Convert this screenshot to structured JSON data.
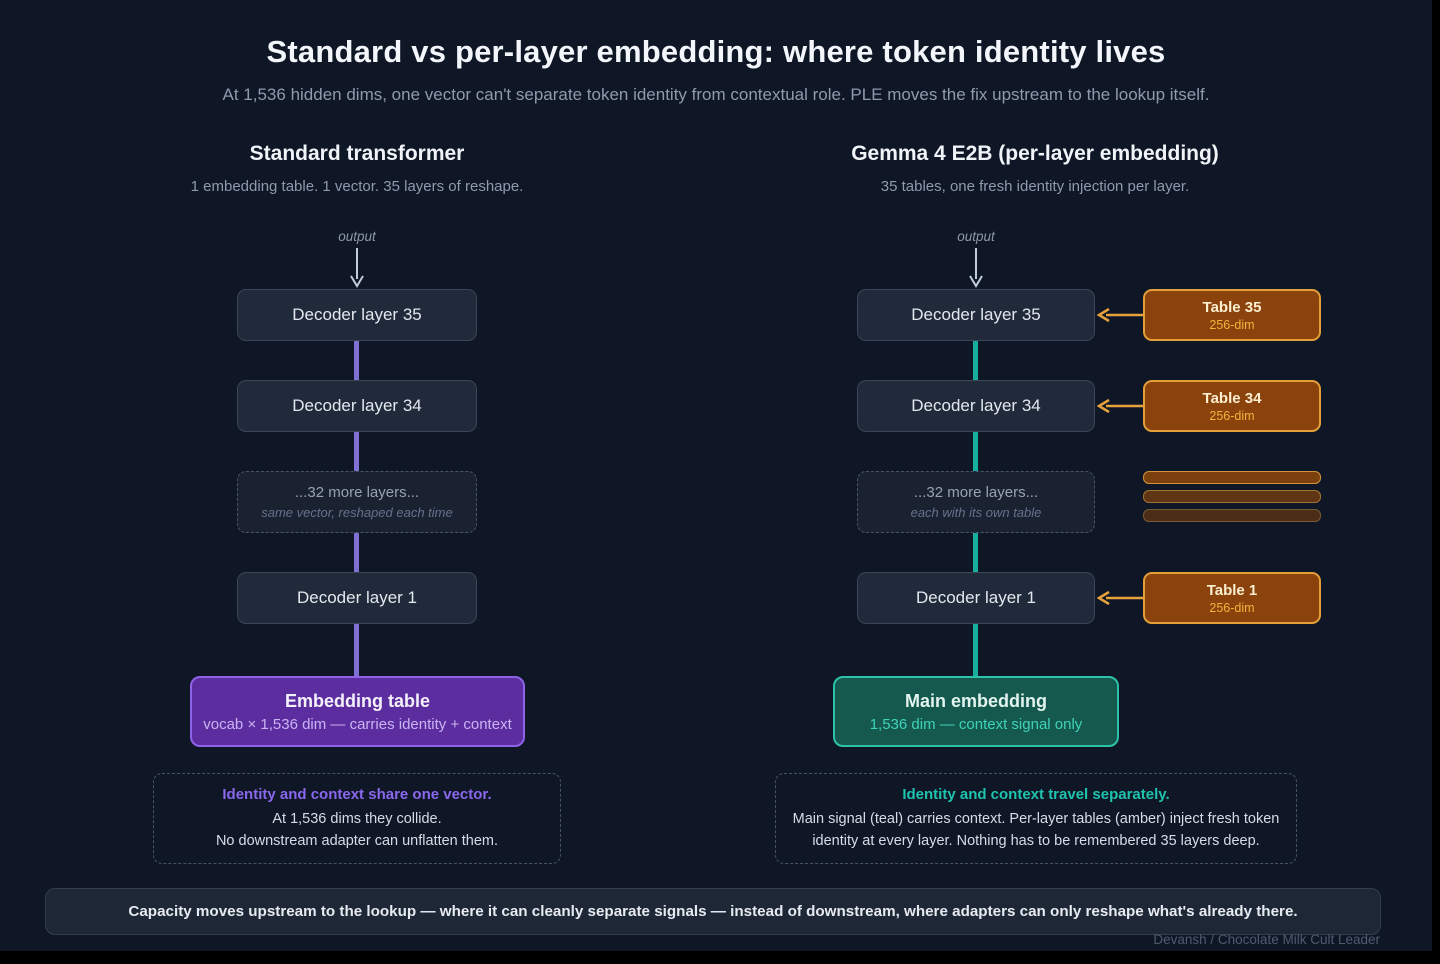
{
  "header": {
    "title": "Standard vs per-layer embedding: where token identity lives",
    "subtitle": "At 1,536 hidden dims, one vector can't separate token identity from contextual role. PLE moves the fix upstream to the lookup itself."
  },
  "standard": {
    "title": "Standard transformer",
    "subtitle": "1 embedding table. 1 vector. 35 layers of reshape.",
    "output_label": "output",
    "layers": [
      "Decoder layer 35",
      "Decoder layer 34",
      "Decoder layer 1"
    ],
    "more_layers": {
      "label": "...32 more layers...",
      "note": "same vector, reshaped each time"
    },
    "embedding": {
      "title": "Embedding table",
      "subtitle": "vocab × 1,536 dim — carries identity + context"
    },
    "note": {
      "title": "Identity and context share one vector.",
      "line1": "At 1,536 dims they collide.",
      "line2": "No downstream adapter can unflatten them."
    }
  },
  "ple": {
    "title": "Gemma 4 E2B (per-layer embedding)",
    "subtitle": "35 tables, one fresh identity injection per layer.",
    "output_label": "output",
    "layers": [
      "Decoder layer 35",
      "Decoder layer 34",
      "Decoder layer 1"
    ],
    "more_layers": {
      "label": "...32 more layers...",
      "note": "each with its own table"
    },
    "tables": [
      {
        "title": "Table 35",
        "dim": "256-dim"
      },
      {
        "title": "Table 34",
        "dim": "256-dim"
      },
      {
        "title": "Table 1",
        "dim": "256-dim"
      }
    ],
    "embedding": {
      "title": "Main embedding",
      "subtitle": "1,536 dim — context signal only"
    },
    "note": {
      "title": "Identity and context travel separately.",
      "body": "Main signal (teal) carries context. Per-layer tables (amber) inject fresh token identity at every layer. Nothing has to be remembered 35 layers deep."
    }
  },
  "banner": "Capacity moves upstream to the lookup — where it can cleanly separate signals — instead of downstream, where adapters can only reshape what's already there.",
  "credit": "Devansh / Chocolate Milk Cult Leader",
  "colors": {
    "background": "#0F1726",
    "layer_box_fill": "#212A3A",
    "layer_box_border": "#3A4557",
    "purple_line": "#8070D4",
    "purple_box_fill": "#5B2D9E",
    "purple_box_border": "#8F63E8",
    "purple_subtext": "#C9B4F4",
    "teal_line": "#17AE9E",
    "teal_box_fill": "#14584E",
    "teal_box_border": "#2CC1A9",
    "teal_subtext": "#3FD3B8",
    "amber_box_fill": "#8A430C",
    "amber_box_border": "#E49F38",
    "amber_subtext": "#F3B33C",
    "note_title_purple": "#8A68EE",
    "note_title_teal": "#1EC3AE"
  }
}
